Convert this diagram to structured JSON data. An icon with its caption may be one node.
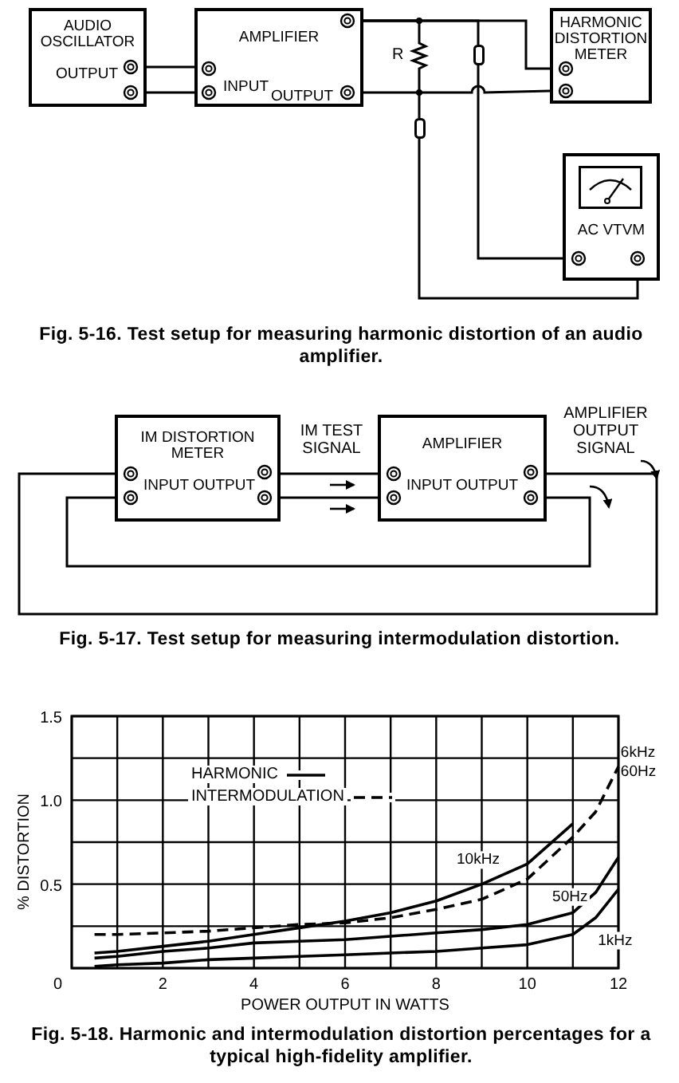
{
  "diagram": {
    "nodes": [
      {
        "text": [
          "AUDIO OSCILLATOR",
          "OUTPUT"
        ]
      },
      {
        "text": [
          "AMPLIFIER",
          "INPUT",
          "OUTPUT"
        ]
      },
      {
        "text": [],
        "shape": "resistor",
        "beside": [
          "R"
        ]
      },
      {
        "text": [],
        "shape": "box"
      },
      {
        "text": [],
        "shape": "box"
      },
      {
        "text": [
          "HARMONIC DISTORTION METER"
        ]
      },
      {
        "text": [
          "AC VTVM"
        ]
      },
      {
        "text": [
          "IM DISTORTION METER",
          "INPUT",
          "OUTPUT"
        ]
      },
      {
        "text": [
          "AMPLIFIER",
          "INPUT",
          "OUTPUT"
        ]
      }
    ],
    "edges": [
      {
        "from": 0,
        "to": 1,
        "arrow": "none"
      },
      {
        "from": 0,
        "to": 1,
        "arrow": "none"
      },
      {
        "from": 1,
        "to": 5,
        "arrow": "none"
      },
      {
        "from": 1,
        "to": 5,
        "arrow": "none"
      },
      {
        "from": 1,
        "to": 2,
        "arrow": "none"
      },
      {
        "from": 2,
        "to": 4,
        "arrow": "none"
      },
      {
        "from": 1,
        "to": 3,
        "arrow": "none"
      },
      {
        "from": 3,
        "to": 6,
        "arrow": "none"
      },
      {
        "from": 4,
        "to": 6,
        "arrow": "none"
      },
      {
        "from": 7,
        "to": 8,
        "arrow": "none"
      },
      {
        "from": 7,
        "to": 8,
        "arrow": "none"
      },
      {
        "from": 8,
        "to": 7,
        "arrow": "none"
      },
      {
        "from": 8,
        "to": 7,
        "arrow": "none"
      }
    ],
    "labels": [
      "Fig. 5-16. Test setup for measuring harmonic distortion of an audio amplifier.",
      "IM TEST SIGNAL",
      "AMPLIFIER OUTPUT SIGNAL",
      "Fig. 5-17. Test setup for measuring intermodulation distortion.",
      "Fig. 5-18. Harmonic and intermodulation distortion percentages for a typical high-fidelity amplifier."
    ],
    "legend": [
      {
        "text": "HARMONIC"
      },
      {
        "text": "INTERMODULATION"
      }
    ],
    "chart_data": {
      "type": "line",
      "xlabel": "POWER OUTPUT IN WATTS",
      "ylabel": "% DISTORTION",
      "x": [
        0.5,
        1,
        2,
        3,
        4,
        5,
        6,
        7,
        8,
        9,
        10,
        11,
        11.5,
        12
      ],
      "series": [
        {
          "name": "6kHz 60Hz",
          "color": "#000000",
          "line_style": "dashed",
          "values": [
            0.2,
            0.2,
            0.21,
            0.22,
            0.24,
            0.26,
            0.27,
            0.3,
            0.35,
            0.41,
            0.53,
            0.78,
            0.93,
            1.2
          ]
        },
        {
          "name": "10kHz",
          "color": "#000000",
          "values": [
            0.09,
            0.1,
            0.13,
            0.16,
            0.2,
            0.24,
            0.28,
            0.33,
            0.4,
            0.5,
            0.62,
            0.86,
            null,
            null
          ]
        },
        {
          "name": "50Hz",
          "color": "#000000",
          "values": [
            0.06,
            0.07,
            0.1,
            0.12,
            0.15,
            0.16,
            0.17,
            0.19,
            0.21,
            0.23,
            0.26,
            0.33,
            0.45,
            0.66
          ]
        },
        {
          "name": "1kHz",
          "color": "#000000",
          "values": [
            0.01,
            0.02,
            0.03,
            0.05,
            0.06,
            0.07,
            0.08,
            0.09,
            0.1,
            0.12,
            0.14,
            0.2,
            0.3,
            0.47
          ]
        }
      ],
      "xlim": [
        0,
        12
      ],
      "ylim": [
        0,
        1.5
      ],
      "grid": true,
      "xticks": [
        2,
        4,
        6,
        8,
        10,
        12
      ],
      "yticks": [
        0,
        {
          "value": 0.5,
          "label": "0.5"
        },
        {
          "value": 1,
          "label": "1.0"
        },
        {
          "value": 1.5,
          "label": "1.5"
        }
      ]
    }
  }
}
